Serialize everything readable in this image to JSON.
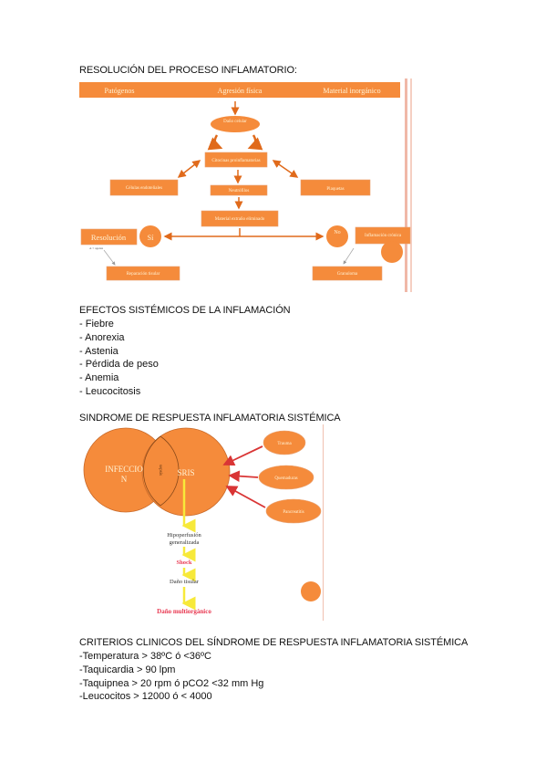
{
  "section1": {
    "heading": "RESOLUCIÓN DEL PROCESO INFLAMATORIO:",
    "diagram": {
      "header": [
        "Patógenos",
        "Agresión física",
        "Material inorgánico"
      ],
      "dano_celular": "Daño celular",
      "citocinas": "Citocinas proinflamatorias",
      "celulas_endoteliales": "Células endoteliales",
      "neutrofilos": "Neutrófilos",
      "plaquetas": "Plaquetas",
      "material_eliminado": "Material extraño eliminado",
      "resolucion": "Resolución",
      "si": "Sí",
      "no": "No",
      "inflamacion_cronica": "Inflamación crónica",
      "small_note": "A < agente",
      "reparacion_tisular": "Reparación tisular",
      "granuloma": "Granuloma"
    }
  },
  "section2": {
    "heading": "EFECTOS SISTÉMICOS DE LA INFLAMACIÓN",
    "items": [
      "- Fiebre",
      "- Anorexia",
      "- Astenia",
      "- Pérdida de peso",
      "- Anemia",
      "- Leucocitosis"
    ]
  },
  "section3": {
    "heading": "SINDROME DE RESPUESTA INFLAMATORIA SISTÉMICA",
    "diagram": {
      "infeccion_line1": "INFECCIO",
      "infeccion_line2": "N",
      "sepsis": "sepsis",
      "sris": "SRIS",
      "trauma": "Trauma",
      "quemaduras": "Quemaduras",
      "pancreatitis": "Pancreatitis",
      "hipoperfusion_line1": "Hipoperfusión",
      "hipoperfusion_line2": "generalizada",
      "shock": "Shock",
      "dano_tisular": "Daño tisular",
      "dano_multiorganico": "Daño multiorgánico"
    }
  },
  "section4": {
    "heading": "CRITERIOS CLINICOS DEL SÍNDROME DE RESPUESTA INFLAMATORIA SISTÉMICA",
    "items": [
      "-Temperatura > 38ºC ó <36ºC",
      "-Taquicardia > 90 lpm",
      "-Taquipnea > 20 rpm ó pCO2 <32 mm Hg",
      "-Leucocitos > 12000 ó < 4000"
    ]
  },
  "colors": {
    "orange": "#f58b3b",
    "dark_orange": "#e06a1b",
    "red_arrow": "#d93535",
    "yellow": "#f7e93a",
    "pink_text": "#e8364f"
  }
}
